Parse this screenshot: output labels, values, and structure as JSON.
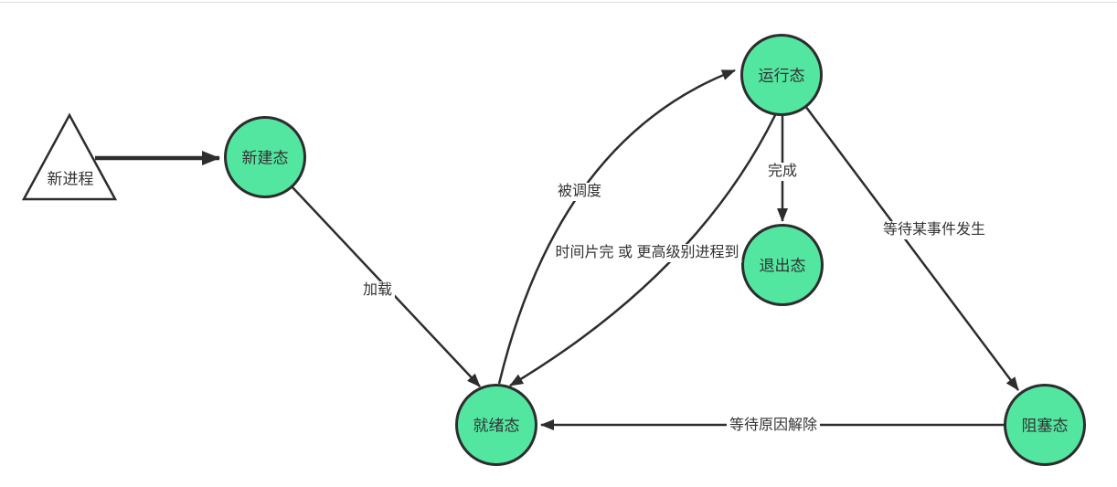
{
  "diagram": {
    "nodes": {
      "start": {
        "shape": "triangle",
        "label": "新进程"
      },
      "new": {
        "shape": "circle",
        "label": "新建态"
      },
      "running": {
        "shape": "circle",
        "label": "运行态"
      },
      "exit": {
        "shape": "circle",
        "label": "退出态"
      },
      "ready": {
        "shape": "circle",
        "label": "就绪态"
      },
      "blocked": {
        "shape": "circle",
        "label": "阻塞态"
      }
    },
    "edges": {
      "create": {
        "from": "start",
        "to": "new",
        "label": ""
      },
      "load": {
        "from": "new",
        "to": "ready",
        "label": "加载"
      },
      "schedule": {
        "from": "ready",
        "to": "running",
        "label": "被调度"
      },
      "preempt": {
        "from": "running",
        "to": "ready",
        "label": "时间片完 或 更高级别进程到"
      },
      "finish": {
        "from": "running",
        "to": "exit",
        "label": "完成"
      },
      "wait_event": {
        "from": "running",
        "to": "blocked",
        "label": "等待某事件发生"
      },
      "unblock": {
        "from": "blocked",
        "to": "ready",
        "label": "等待原因解除"
      }
    },
    "colors": {
      "node_fill": "#53e6a1",
      "node_stroke": "#2d2d2d",
      "edge_stroke": "#2d2d2d",
      "label_color": "#333333",
      "background": "#ffffff"
    }
  }
}
